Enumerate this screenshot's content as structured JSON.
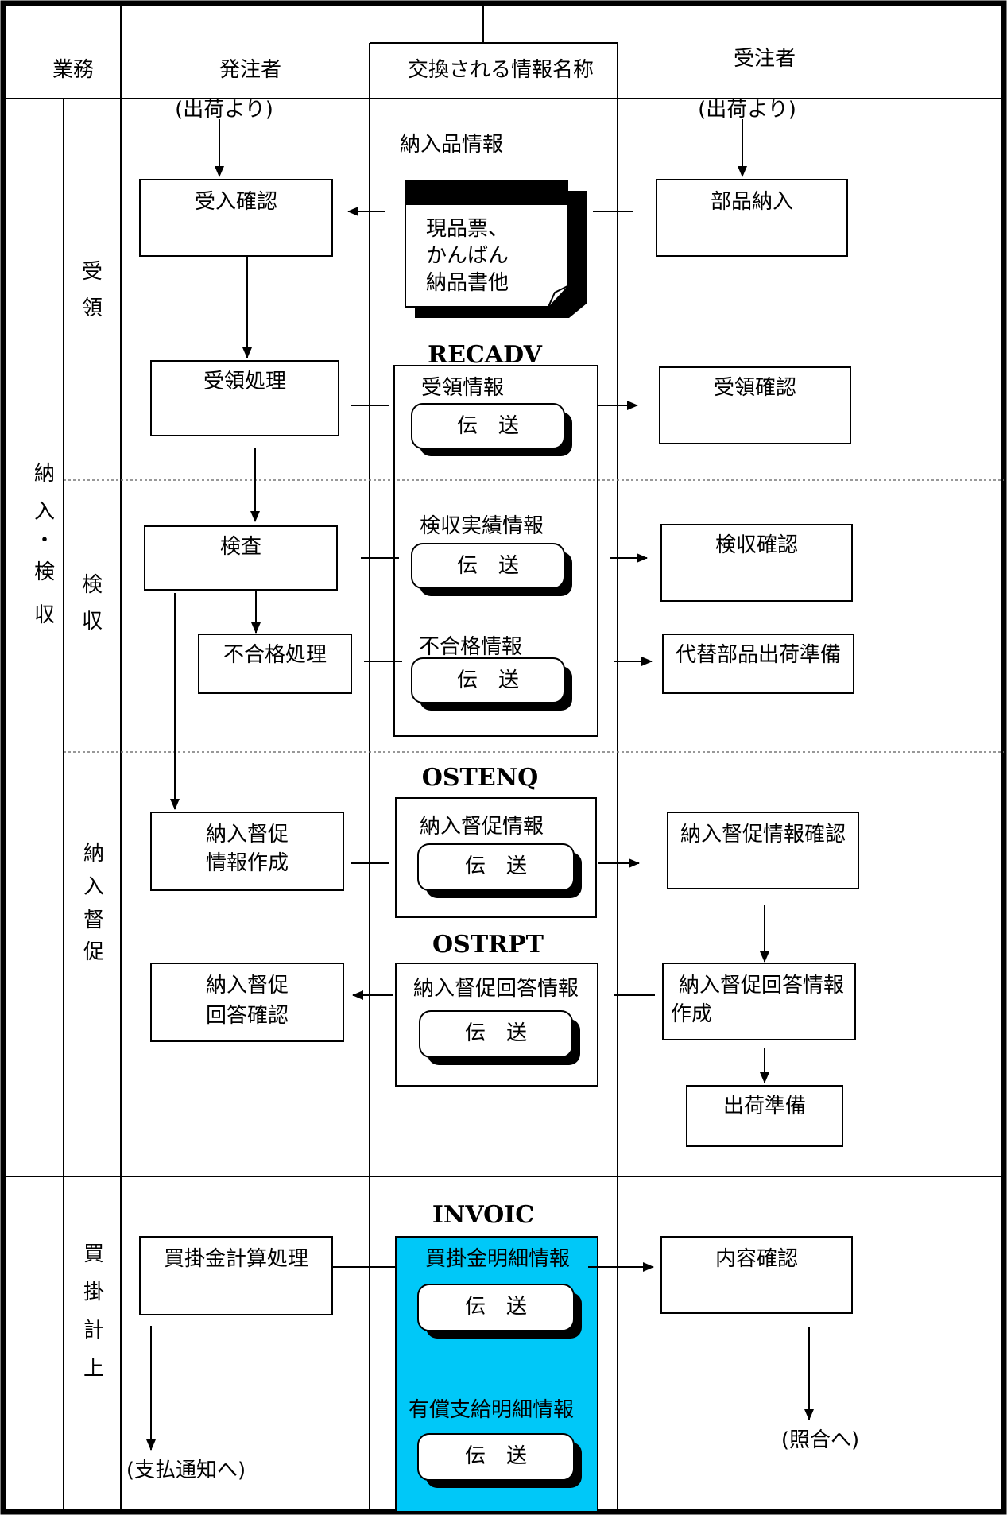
{
  "header": {
    "business": "業務",
    "orderer": "発注者",
    "exchanged_info": "交換される情報名称",
    "supplier": "受注者"
  },
  "categories": {
    "main": [
      "納",
      "入",
      "・",
      "検",
      "収"
    ],
    "receiving": [
      "受",
      "領"
    ],
    "inspection": [
      "検",
      "収"
    ],
    "urge": [
      "納",
      "入",
      "督",
      "促"
    ],
    "payable": [
      "買",
      "掛",
      "計",
      "上"
    ]
  },
  "orderer": {
    "from_shipping": "(出荷より)",
    "receipt_check": "受入確認",
    "receiving_process": "受領処理",
    "inspection": "検査",
    "reject_process": "不合格処理",
    "urge_create_1": "納入督促",
    "urge_create_2": "情報作成",
    "urge_reply_1": "納入督促",
    "urge_reply_2": "回答確認",
    "payable_calc": "買掛金計算処理",
    "to_payment": "(支払通知へ)"
  },
  "supplier": {
    "from_shipping": "(出荷より)",
    "parts_delivery": "部品納入",
    "receipt_confirm": "受領確認",
    "inspection_confirm": "検収確認",
    "replacement": "代替部品出荷準備",
    "urge_confirm": "納入督促情報確認",
    "urge_reply_1": "納入督促回答情報",
    "urge_reply_2": "作成",
    "ship_prep": "出荷準備",
    "content_confirm": "内容確認",
    "to_matching": "(照合へ)"
  },
  "info": {
    "delivery_items": "納入品情報",
    "doc_lines": [
      "現品票、",
      "かんばん",
      "納品書他"
    ],
    "recadv": "RECADV",
    "receiving_info": "受領情報",
    "inspection_info": "検収実績情報",
    "reject_info": "不合格情報",
    "ostenq": "OSTENQ",
    "urge_info": "納入督促情報",
    "ostrpt": "OSTRPT",
    "urge_reply_info": "納入督促回答情報",
    "invoic": "INVOIC",
    "payable_detail": "買掛金明細情報",
    "paid_supply_detail": "有償支給明細情報",
    "transmit": "伝　送"
  },
  "colors": {
    "invoic_box": "#00c8f8",
    "line": "#000000",
    "dotted": "#777777"
  }
}
